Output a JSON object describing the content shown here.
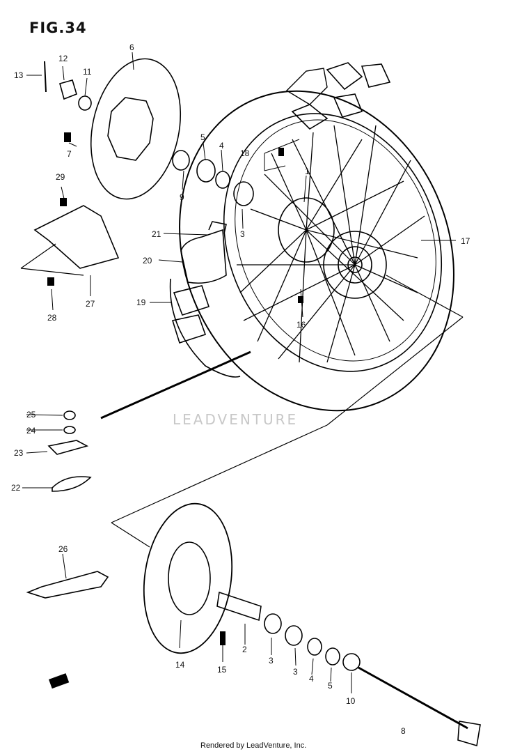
{
  "figure_title": "FIG.34",
  "watermark": "LEADVENTURE",
  "footer": "Rendered by LeadVenture, Inc.",
  "callouts": {
    "c1": "1",
    "c2": "2",
    "c3a": "3",
    "c3b": "3",
    "c3c": "3",
    "c4a": "4",
    "c4b": "4",
    "c5a": "5",
    "c5b": "5",
    "c6": "6",
    "c7": "7",
    "c8": "8",
    "c9": "9",
    "c10": "10",
    "c11": "11",
    "c12": "12",
    "c13": "13",
    "c14": "14",
    "c15": "15",
    "c16": "16",
    "c17": "17",
    "c18": "18",
    "c19": "19",
    "c20": "20",
    "c21": "21",
    "c22": "22",
    "c23": "23",
    "c24": "24",
    "c25": "25",
    "c26": "26",
    "c27": "27",
    "c28": "28",
    "c29": "29"
  }
}
